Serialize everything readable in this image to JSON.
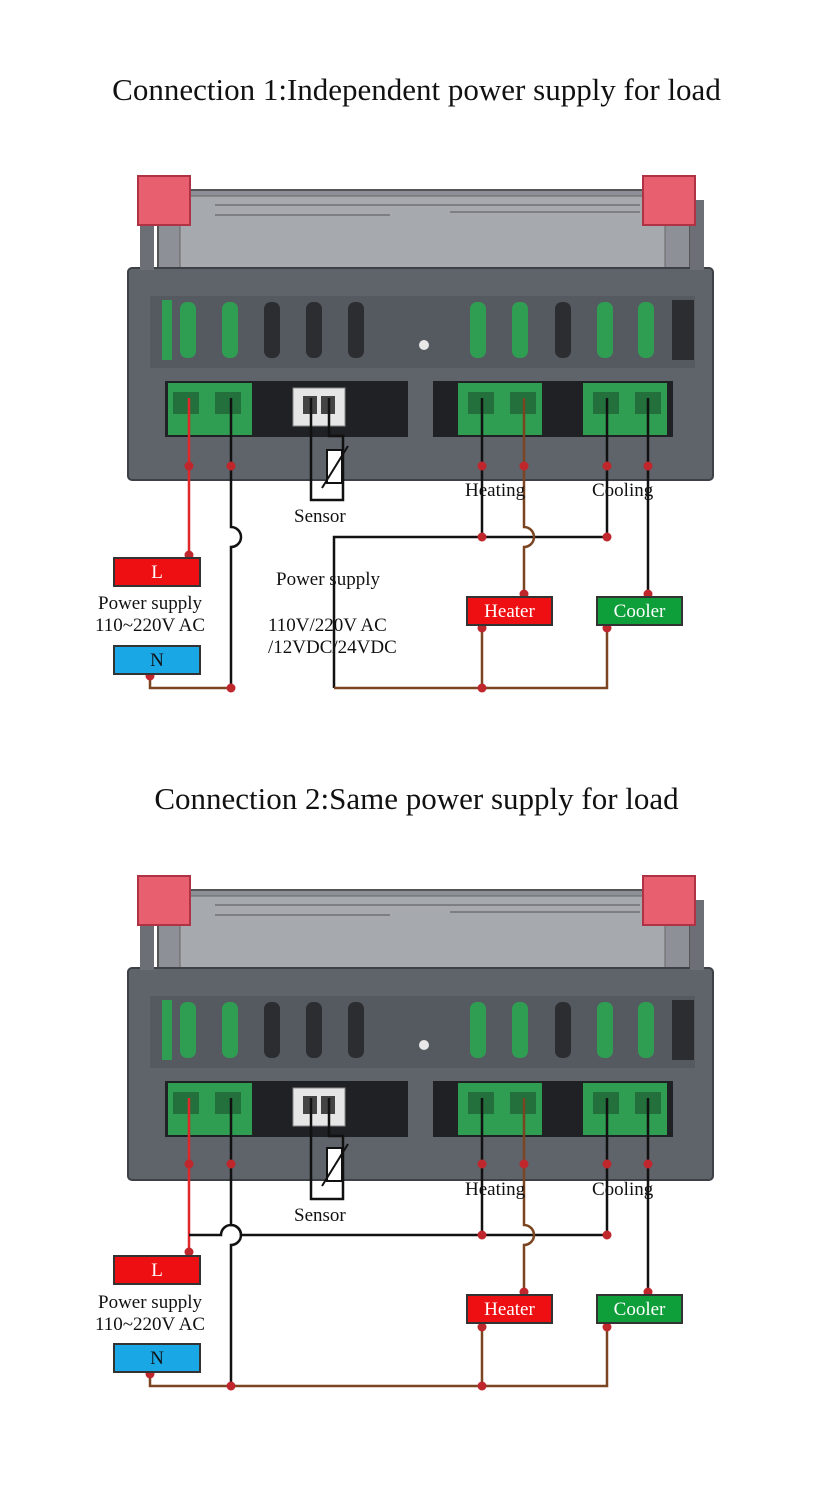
{
  "colors": {
    "live_wire": "#e0272a",
    "neutral_wire": "#111111",
    "load_wire": "#7a4520",
    "node": "#c0272d",
    "live_box": "#ee0f12",
    "neutral_box": "#1aa7e6",
    "heater_box": "#ee0f12",
    "cooler_box": "#0f9f3a",
    "housing": "#5f636a",
    "terminal": "#2f9d52",
    "clip": "#e86070"
  },
  "connection1": {
    "title": "Connection 1:Independent power supply for load",
    "sensor_label": "Sensor",
    "heating_label": "Heating",
    "cooling_label": "Cooling",
    "live_label": "L",
    "neutral_label": "N",
    "supply_label": "Power supply",
    "supply_voltage": "110~220V AC",
    "load_supply_label": "Power supply",
    "load_supply_voltage_1": "110V/220V AC",
    "load_supply_voltage_2": "/12VDC/24VDC",
    "heater_label": "Heater",
    "cooler_label": "Cooler"
  },
  "connection2": {
    "title": "Connection 2:Same power supply for load",
    "sensor_label": "Sensor",
    "heating_label": "Heating",
    "cooling_label": "Cooling",
    "live_label": "L",
    "neutral_label": "N",
    "supply_label": "Power supply",
    "supply_voltage": "110~220V AC",
    "heater_label": "Heater",
    "cooler_label": "Cooler"
  }
}
